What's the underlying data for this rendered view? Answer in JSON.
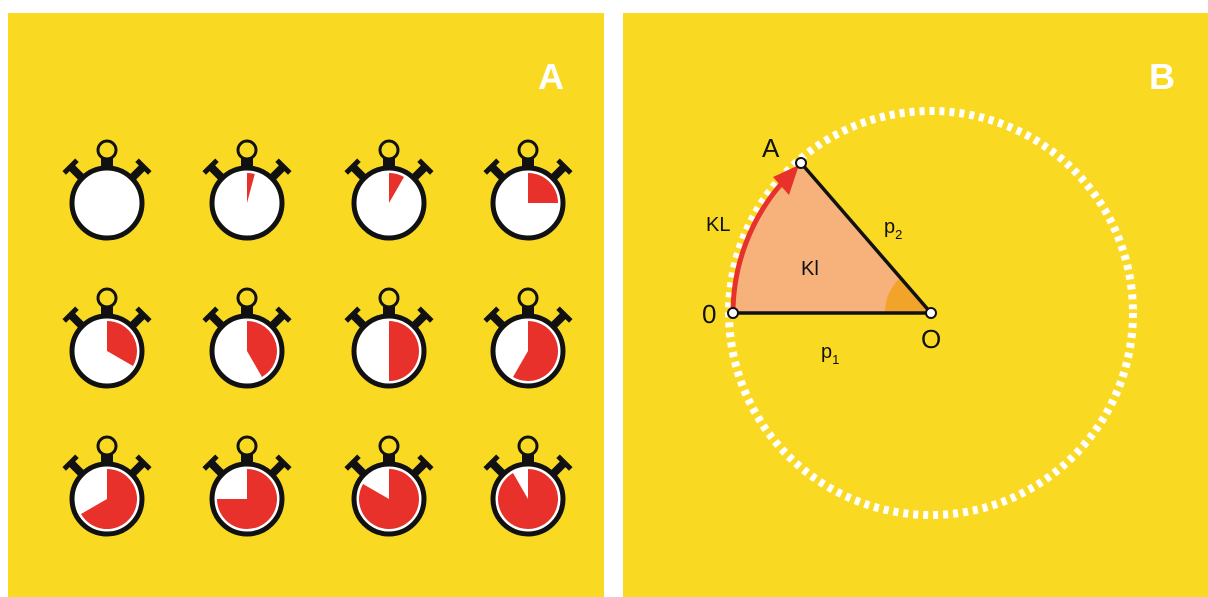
{
  "panel_a": {
    "letter": "A",
    "stopwatch_fractions": [
      0,
      0.0417,
      0.0833,
      0.25,
      0.3333,
      0.4167,
      0.5,
      0.5833,
      0.6667,
      0.75,
      0.8333,
      0.9167
    ]
  },
  "panel_b": {
    "letter": "B",
    "labels": {
      "point_a": "A",
      "point_zero": "0",
      "point_o": "O",
      "arc": "KL",
      "sector": "Kl",
      "side_p1": "p",
      "side_p1_sub": "1",
      "side_p2": "p",
      "side_p2_sub": "2"
    }
  },
  "colors": {
    "background": "#fad923",
    "accent_red": "#e8312b",
    "sector_fill": "#f7b27c",
    "angle_fill": "#f2a32a",
    "dial_white": "#ffffff",
    "outline": "#111111"
  },
  "icons": {
    "stopwatch": "stopwatch-icon",
    "arc_arrow": "arrow-icon"
  }
}
